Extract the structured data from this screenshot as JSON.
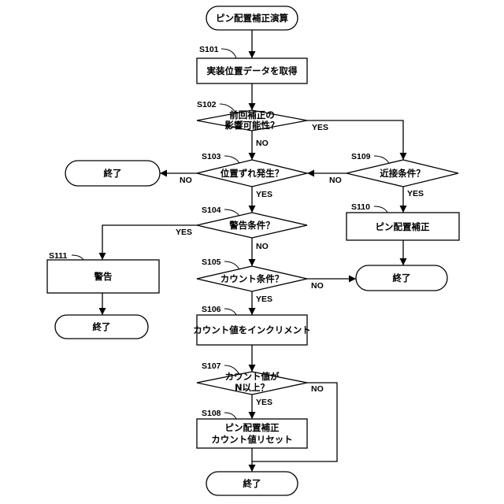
{
  "nodes": {
    "start": "ピン配置補正演算",
    "s101": "実装位置データを取得",
    "s102_line1": "前回補正の",
    "s102_line2": "影響可能性？",
    "s103": "位置ずれ発生？",
    "s109": "近接条件？",
    "s104": "警告条件？",
    "s110": "ピン配置補正",
    "s111": "警告",
    "s105": "カウント条件？",
    "s106": "カウント値をインクリメント",
    "s107_line1": "カウント値が",
    "s107_line2": "N以上？",
    "s108_line1": "ピン配置補正",
    "s108_line2": "カウント値リセット",
    "end_left_top": "終了",
    "end_left_bottom": "終了",
    "end_right": "終了",
    "end_bottom": "終了"
  },
  "step_labels": {
    "s101": "S101",
    "s102": "S102",
    "s103": "S103",
    "s104": "S104",
    "s105": "S105",
    "s106": "S106",
    "s107": "S107",
    "s108": "S108",
    "s109": "S109",
    "s110": "S110",
    "s111": "S111"
  },
  "edge_labels": {
    "s102_yes": "YES",
    "s102_no": "NO",
    "s103_no": "NO",
    "s103_yes": "YES",
    "s109_no": "NO",
    "s109_yes": "YES",
    "s104_yes": "YES",
    "s104_no": "NO",
    "s105_no": "NO",
    "s105_yes": "YES",
    "s107_no": "NO",
    "s107_yes": "YES"
  }
}
